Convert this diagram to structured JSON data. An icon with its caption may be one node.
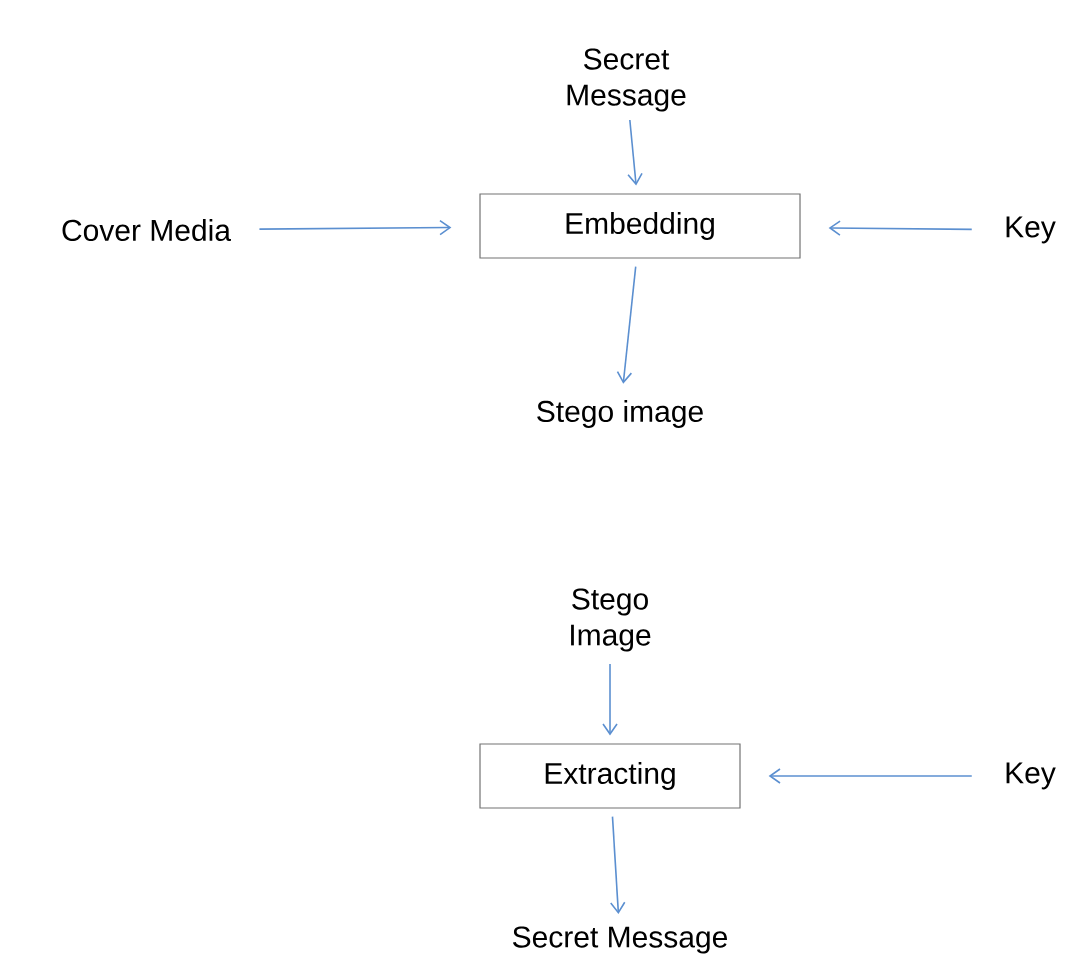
{
  "diagram": {
    "nodes": [
      {
        "text": [
          "Secret Message"
        ]
      },
      {
        "text": [
          "Cover Media"
        ]
      },
      {
        "text": [
          "Embedding"
        ]
      },
      {
        "text": [
          "Key"
        ]
      },
      {
        "text": [
          "Stego image"
        ]
      },
      {
        "text": [
          "Stego Image"
        ]
      },
      {
        "text": [
          "Extracting"
        ]
      },
      {
        "text": [
          "Key"
        ]
      },
      {
        "text": [
          "Secret Message"
        ]
      }
    ],
    "edges": [
      {
        "from": 0,
        "to": 2,
        "arrow": "to"
      },
      {
        "from": 1,
        "to": 2,
        "arrow": "to"
      },
      {
        "from": 3,
        "to": 2,
        "arrow": "to"
      },
      {
        "from": 2,
        "to": 4,
        "arrow": "to"
      },
      {
        "from": 5,
        "to": 6,
        "arrow": "to"
      },
      {
        "from": 7,
        "to": 6,
        "arrow": "to"
      },
      {
        "from": 6,
        "to": 8,
        "arrow": "to"
      }
    ]
  }
}
